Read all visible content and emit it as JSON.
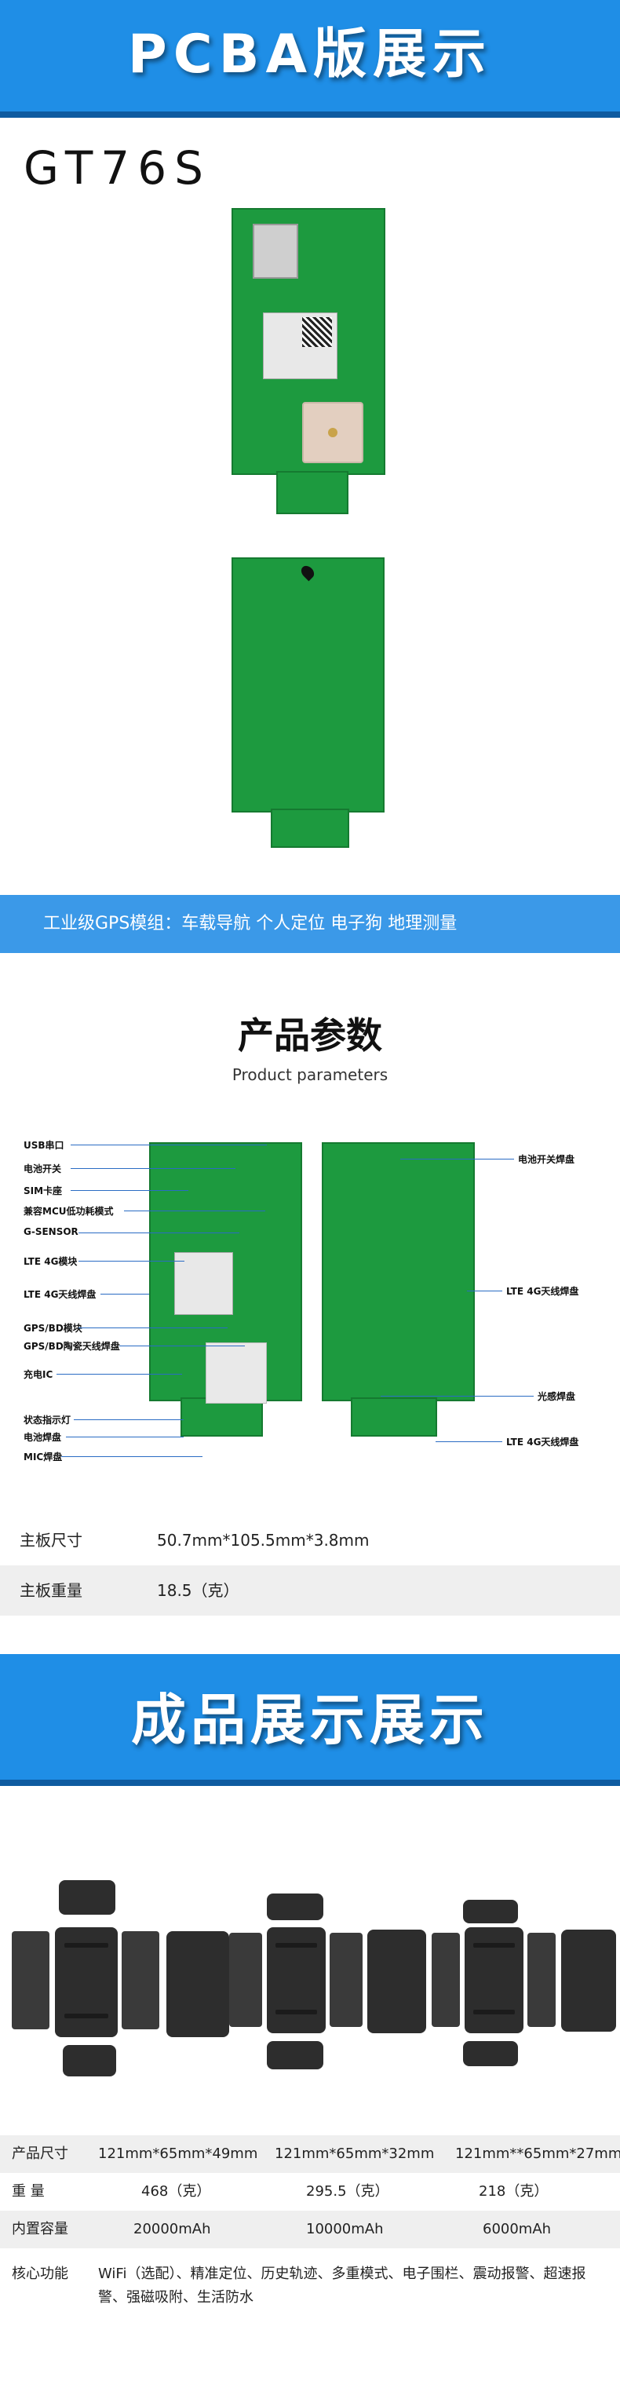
{
  "banner_top": "PCBA版展示",
  "model": "GT76S",
  "strip_text": "工业级GPS模组：车载导航  个人定位  电子狗  地理测量",
  "params": {
    "title": "产品参数",
    "subtitle": "Product parameters"
  },
  "callouts_left": [
    "USB串口",
    "电池开关",
    "SIM卡座",
    "兼容MCU低功耗模式",
    "G-SENSOR",
    "LTE 4G模块",
    "LTE 4G天线焊盘",
    "GPS/BD模块",
    "GPS/BD陶瓷天线焊盘",
    "充电IC",
    "状态指示灯",
    "电池焊盘",
    "MIC焊盘"
  ],
  "callouts_right": [
    "电池开关焊盘",
    "LTE 4G天线焊盘",
    "光感焊盘",
    "LTE 4G天线焊盘"
  ],
  "specs": [
    {
      "k": "主板尺寸",
      "v": "50.7mm*105.5mm*3.8mm"
    },
    {
      "k": "主板重量",
      "v": "18.5（克）"
    }
  ],
  "banner_bottom": "成品展示展示",
  "product_table": {
    "size": {
      "label": "产品尺寸",
      "a": "121mm*65mm*49mm",
      "b": "121mm*65mm*32mm",
      "c": "121mm**65mm*27mm"
    },
    "weight": {
      "label": "重    量",
      "a": "468（克）",
      "b": "295.5（克）",
      "c": "218（克）"
    },
    "battery": {
      "label": "内置容量",
      "a": "20000mAh",
      "b": "10000mAh",
      "c": "6000mAh"
    },
    "features": {
      "label": "核心功能",
      "text": "WiFi（选配）、精准定位、历史轨迹、多重模式、电子围栏、震动报警、超速报警、强磁吸附、生活防水"
    }
  },
  "colors": {
    "accent": "#1f8ee6",
    "pcb": "#1d9a3f"
  }
}
